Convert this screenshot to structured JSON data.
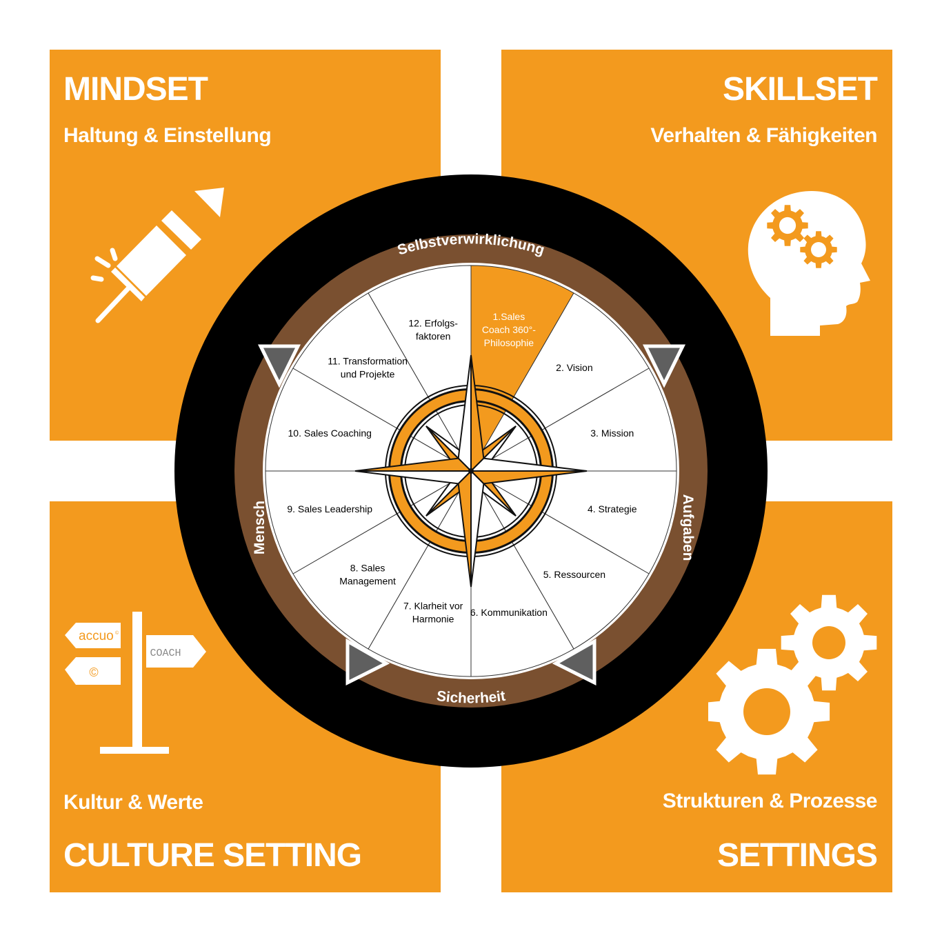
{
  "quadrants": {
    "top_left": {
      "title": "MINDSET",
      "subtitle": "Haltung & Einstellung"
    },
    "top_right": {
      "title": "SKILLSET",
      "subtitle": "Verhalten & Fähigkeiten"
    },
    "bottom_left": {
      "subtitle": "Kultur & Werte",
      "title": "CULTURE SETTING"
    },
    "bottom_right": {
      "subtitle": "Strukturen & Prozesse",
      "title": "SETTINGS"
    }
  },
  "signpost": {
    "left_top": "accuo",
    "left_top_sup": "©",
    "left_bottom": "©",
    "right": "COACH"
  },
  "ring_labels": {
    "top": "Selbstverwirklichung",
    "right": "Aufgaben",
    "bottom": "Sicherheit",
    "left": "Mensch"
  },
  "segments": [
    {
      "label": [
        "1.Sales",
        "Coach 360°-",
        "Philosophie"
      ],
      "highlight": true
    },
    {
      "label": [
        "2. Vision"
      ]
    },
    {
      "label": [
        "3. Mission"
      ]
    },
    {
      "label": [
        "4. Strategie"
      ]
    },
    {
      "label": [
        "5. Ressourcen"
      ]
    },
    {
      "label": [
        "6. Kommunikation"
      ]
    },
    {
      "label": [
        "7. Klarheit vor",
        "Harmonie"
      ]
    },
    {
      "label": [
        "8. Sales",
        "Management"
      ]
    },
    {
      "label": [
        "9. Sales Leadership"
      ]
    },
    {
      "label": [
        "10. Sales Coaching"
      ]
    },
    {
      "label": [
        "11. Transformation",
        "und Projekte"
      ]
    },
    {
      "label": [
        "12. Erfolgs-",
        "faktoren"
      ]
    }
  ],
  "colors": {
    "orange": "#f39a1e",
    "ring_black": "#000000",
    "ring_brown": "#7a5030",
    "marker_gray": "#5f5f5f",
    "white": "#ffffff"
  }
}
